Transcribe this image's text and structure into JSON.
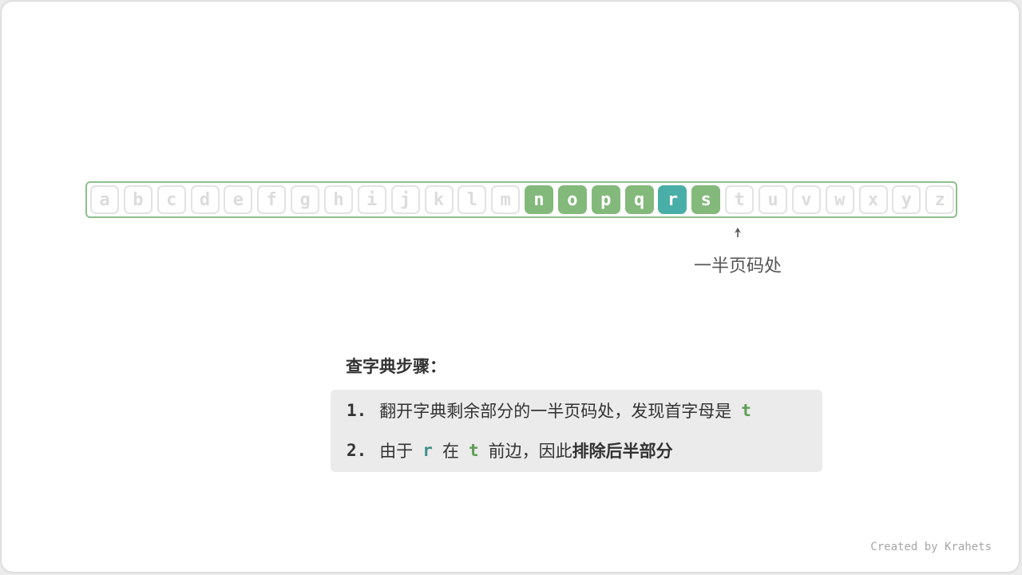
{
  "letters": [
    {
      "char": "a",
      "state": "excluded"
    },
    {
      "char": "b",
      "state": "excluded"
    },
    {
      "char": "c",
      "state": "excluded"
    },
    {
      "char": "d",
      "state": "excluded"
    },
    {
      "char": "e",
      "state": "excluded"
    },
    {
      "char": "f",
      "state": "excluded"
    },
    {
      "char": "g",
      "state": "excluded"
    },
    {
      "char": "h",
      "state": "excluded"
    },
    {
      "char": "i",
      "state": "excluded"
    },
    {
      "char": "j",
      "state": "excluded"
    },
    {
      "char": "k",
      "state": "excluded"
    },
    {
      "char": "l",
      "state": "excluded"
    },
    {
      "char": "m",
      "state": "excluded"
    },
    {
      "char": "n",
      "state": "remaining"
    },
    {
      "char": "o",
      "state": "remaining"
    },
    {
      "char": "p",
      "state": "remaining"
    },
    {
      "char": "q",
      "state": "remaining"
    },
    {
      "char": "r",
      "state": "target"
    },
    {
      "char": "s",
      "state": "remaining"
    },
    {
      "char": "t",
      "state": "excluded"
    },
    {
      "char": "u",
      "state": "excluded"
    },
    {
      "char": "v",
      "state": "excluded"
    },
    {
      "char": "w",
      "state": "excluded"
    },
    {
      "char": "x",
      "state": "excluded"
    },
    {
      "char": "y",
      "state": "excluded"
    },
    {
      "char": "z",
      "state": "excluded"
    }
  ],
  "pointer": {
    "letter": "t",
    "label": "一半页码处"
  },
  "steps": {
    "heading": "查字典步骤：",
    "step1": {
      "num": "1.",
      "text": "翻开字典剩余部分的一半页码处，发现首字母是",
      "code": "t"
    },
    "step2": {
      "num": "2.",
      "prefix": "由于",
      "code1": "r",
      "middle": "在",
      "code2": "t",
      "suffix": "前边，因此",
      "bold": "排除后半部分"
    }
  },
  "credit": "Created by Krahets",
  "colors": {
    "remaining": "#84b97c",
    "target": "#4aaea8",
    "excluded_text": "#dcdcdc",
    "border": "#8fbf8f"
  }
}
